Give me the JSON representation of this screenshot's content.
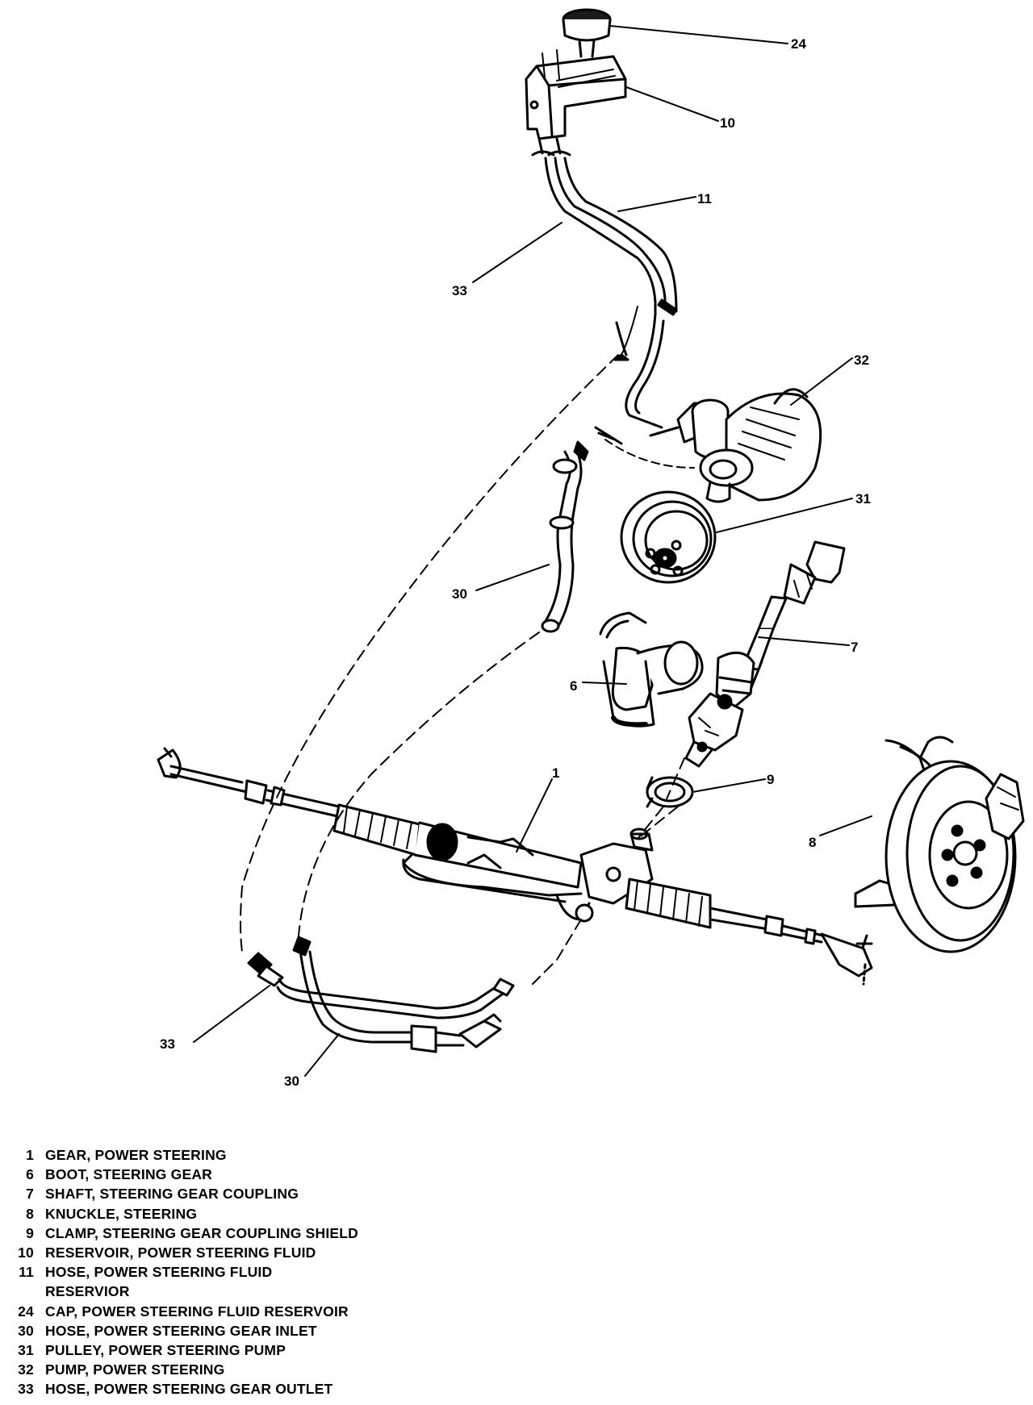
{
  "callouts": {
    "c24": "24",
    "c10": "10",
    "c11": "11",
    "c33_top": "33",
    "c32": "32",
    "c31": "31",
    "c30_mid": "30",
    "c7": "7",
    "c6": "6",
    "c1": "1",
    "c9": "9",
    "c8": "8",
    "c33_bottom": "33",
    "c30_bottom": "30"
  },
  "legend": [
    {
      "num": "1",
      "text": "GEAR, POWER STEERING"
    },
    {
      "num": "6",
      "text": "BOOT, STEERING GEAR"
    },
    {
      "num": "7",
      "text": "SHAFT, STEERING GEAR COUPLING"
    },
    {
      "num": "8",
      "text": "KNUCKLE, STEERING"
    },
    {
      "num": "9",
      "text": "CLAMP, STEERING GEAR COUPLING SHIELD"
    },
    {
      "num": "10",
      "text": "RESERVOIR, POWER STEERING FLUID"
    },
    {
      "num": "11",
      "text": "HOSE, POWER STEERING FLUID",
      "cont": "RESERVIOR"
    },
    {
      "num": "24",
      "text": "CAP, POWER STEERING FLUID RESERVOIR"
    },
    {
      "num": "30",
      "text": "HOSE, POWER STEERING GEAR INLET"
    },
    {
      "num": "31",
      "text": "PULLEY, POWER STEERING PUMP"
    },
    {
      "num": "32",
      "text": "PUMP, POWER STEERING"
    },
    {
      "num": "33",
      "text": "HOSE, POWER STEERING GEAR OUTLET"
    }
  ]
}
